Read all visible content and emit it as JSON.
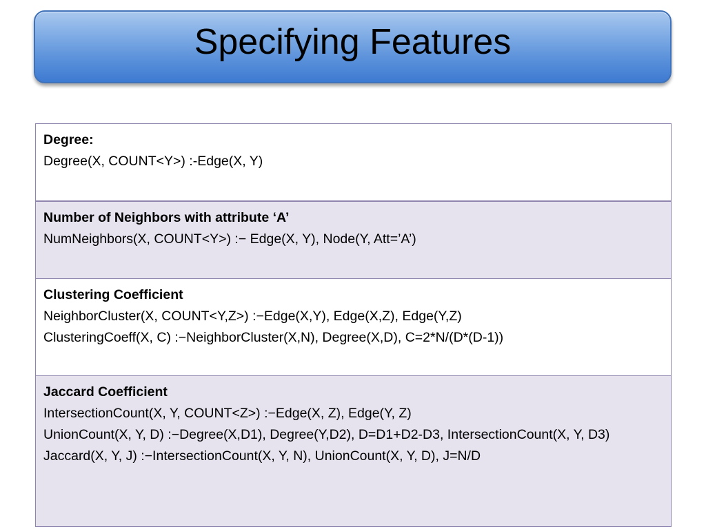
{
  "slide": {
    "title": "Specifying Features"
  },
  "features": [
    {
      "name": "Degree:",
      "lines": [
        "Degree(X, COUNT<Y>) :-Edge(X, Y)"
      ]
    },
    {
      "name": "Number of Neighbors with attribute ‘A’",
      "lines": [
        "NumNeighbors(X, COUNT<Y>) :− Edge(X, Y), Node(Y, Att=’A’)"
      ]
    },
    {
      "name": "Clustering Coefficient",
      "lines": [
        "NeighborCluster(X, COUNT<Y,Z>) :−Edge(X,Y), Edge(X,Z), Edge(Y,Z)",
        "ClusteringCoeff(X, C) :−NeighborCluster(X,N), Degree(X,D), C=2*N/(D*(D-1))"
      ]
    },
    {
      "name": "Jaccard Coefficient",
      "lines": [
        "IntersectionCount(X, Y, COUNT<Z>) :−Edge(X, Z), Edge(Y, Z)",
        "UnionCount(X, Y, D) :−Degree(X,D1), Degree(Y,D2), D=D1+D2-D3, IntersectionCount(X, Y, D3)",
        "Jaccard(X, Y, J) :−IntersectionCount(X, Y, N), UnionCount(X, Y, D), J=N/D"
      ]
    }
  ],
  "colors": {
    "title_gradient_top": "#a9c8ee",
    "title_gradient_bottom": "#3d7ad1",
    "table_border": "#8f84ad",
    "row_alt_background": "#e6e3ef"
  }
}
